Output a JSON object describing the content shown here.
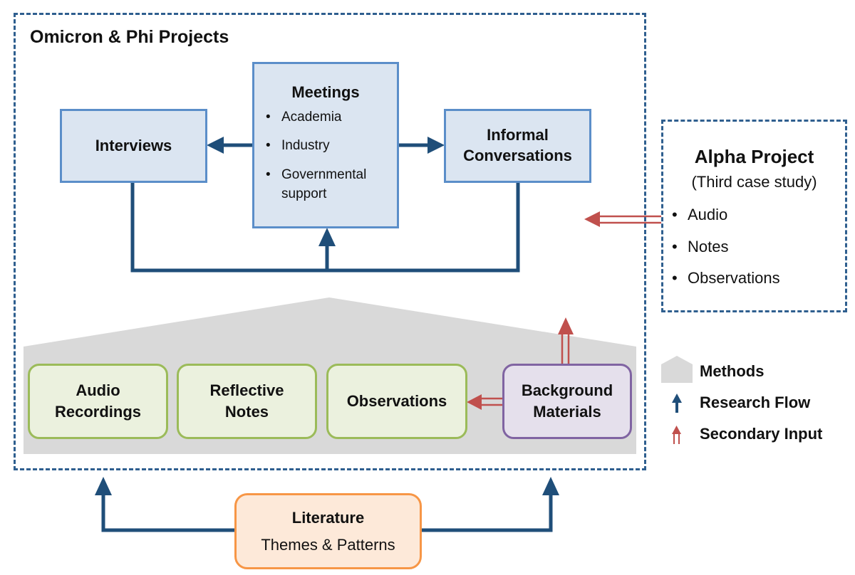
{
  "main_group": {
    "title": "Omicron & Phi Projects"
  },
  "meetings": {
    "title": "Meetings",
    "items": [
      "Academia",
      "Industry",
      "Governmental support"
    ]
  },
  "interviews": {
    "label": "Interviews"
  },
  "informal": {
    "label": "Informal\nConversations"
  },
  "methods": {
    "audio": "Audio\nRecordings",
    "reflective": "Reflective\nNotes",
    "observations": "Observations",
    "background": "Background\nMaterials"
  },
  "alpha": {
    "title": "Alpha Project",
    "subtitle": "(Third case study)",
    "items": [
      "Audio",
      "Notes",
      "Observations"
    ]
  },
  "legend": {
    "methods": "Methods",
    "research_flow": "Research Flow",
    "secondary_input": "Secondary Input"
  },
  "literature": {
    "title": "Literature",
    "subtitle": "Themes & Patterns"
  },
  "colors": {
    "flow": "#1f4e79",
    "secondary": "#c0504d",
    "methods_band": "#d9d9d9",
    "dashed_border": "#2f5f8f"
  }
}
